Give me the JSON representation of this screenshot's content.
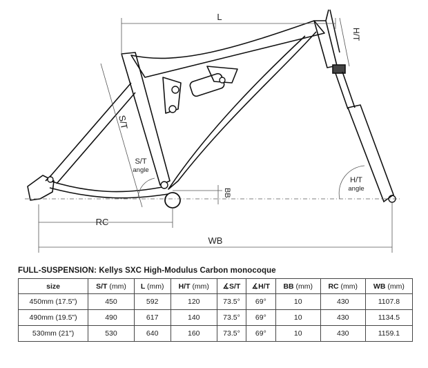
{
  "diagram": {
    "dim_labels": {
      "top_tube": "L",
      "head_tube": "H/T",
      "seat_tube": "S/T",
      "seat_angle_line1": "S/T",
      "seat_angle_line2": "angle",
      "head_angle_line1": "H/T",
      "head_angle_line2": "angle",
      "bottom_bracket": "BB",
      "chainstay": "RC",
      "wheelbase": "WB"
    }
  },
  "table": {
    "caption": "FULL-SUSPENSION: Kellys SXC High-Modulus Carbon monocoque",
    "headers": [
      {
        "label": "size",
        "unit": ""
      },
      {
        "label": "S/T",
        "unit": "(mm)"
      },
      {
        "label": "L",
        "unit": "(mm)"
      },
      {
        "label": "H/T",
        "unit": "(mm)"
      },
      {
        "label": "∡S/T",
        "unit": ""
      },
      {
        "label": "∡H/T",
        "unit": ""
      },
      {
        "label": "BB",
        "unit": "(mm)"
      },
      {
        "label": "RC",
        "unit": "(mm)"
      },
      {
        "label": "WB",
        "unit": "(mm)"
      }
    ],
    "rows": [
      [
        "450mm (17.5\")",
        "450",
        "592",
        "120",
        "73.5°",
        "69°",
        "10",
        "430",
        "1107.8"
      ],
      [
        "490mm (19.5\")",
        "490",
        "617",
        "140",
        "73.5°",
        "69°",
        "10",
        "430",
        "1134.5"
      ],
      [
        "530mm (21\")",
        "530",
        "640",
        "160",
        "73.5°",
        "69°",
        "10",
        "430",
        "1159.1"
      ]
    ]
  },
  "colors": {
    "frame": "#111111",
    "dimension": "#555555",
    "text": "#1a1a1a"
  }
}
